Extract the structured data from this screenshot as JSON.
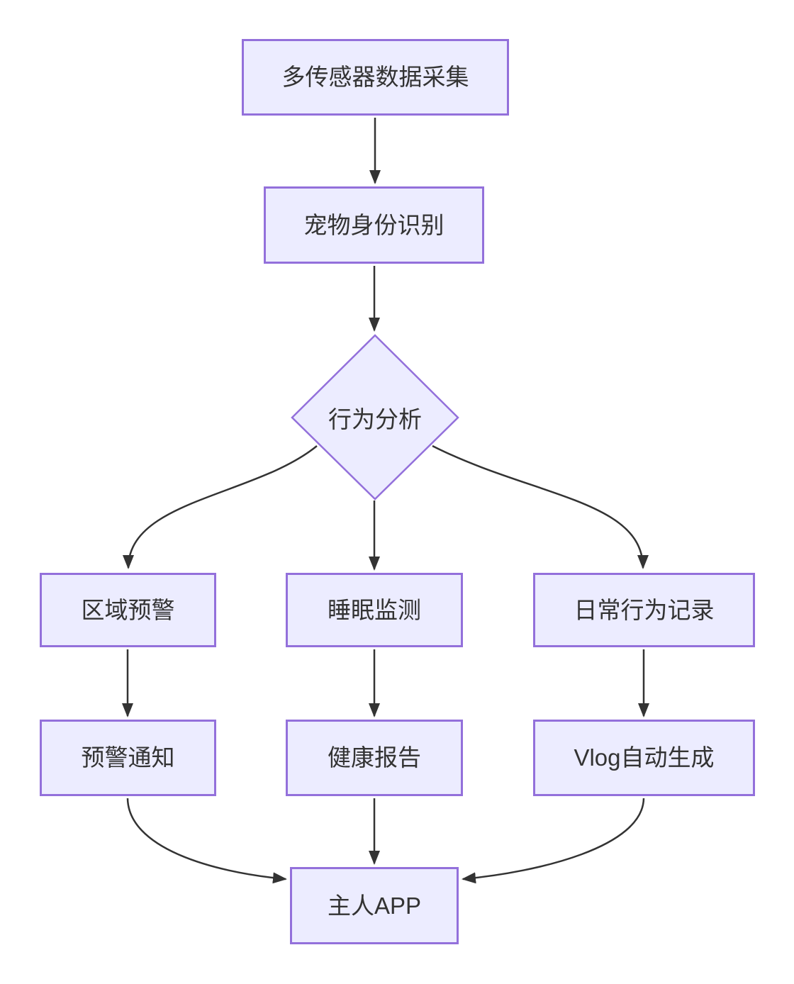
{
  "diagram": {
    "type": "flowchart",
    "direction": "top-down",
    "style": {
      "background": "#ffffff",
      "node_fill": "#ECECFF",
      "node_border": "#9370DB",
      "edge_color": "#333333",
      "text_color": "#333333"
    },
    "nodes": {
      "multi_sensor": {
        "label": "多传感器数据采集",
        "shape": "rect"
      },
      "pet_identify": {
        "label": "宠物身份识别",
        "shape": "rect"
      },
      "behavior_analysis": {
        "label": "行为分析",
        "shape": "diamond"
      },
      "area_warning": {
        "label": "区域预警",
        "shape": "rect"
      },
      "sleep_monitor": {
        "label": "睡眠监测",
        "shape": "rect"
      },
      "daily_record": {
        "label": "日常行为记录",
        "shape": "rect"
      },
      "warning_notice": {
        "label": "预警通知",
        "shape": "rect"
      },
      "health_report": {
        "label": "健康报告",
        "shape": "rect"
      },
      "vlog_generate": {
        "label": "Vlog自动生成",
        "shape": "rect"
      },
      "owner_app": {
        "label": "主人APP",
        "shape": "rect"
      }
    },
    "edges": [
      {
        "from": "multi_sensor",
        "to": "pet_identify"
      },
      {
        "from": "pet_identify",
        "to": "behavior_analysis"
      },
      {
        "from": "behavior_analysis",
        "to": "area_warning"
      },
      {
        "from": "behavior_analysis",
        "to": "sleep_monitor"
      },
      {
        "from": "behavior_analysis",
        "to": "daily_record"
      },
      {
        "from": "area_warning",
        "to": "warning_notice"
      },
      {
        "from": "sleep_monitor",
        "to": "health_report"
      },
      {
        "from": "daily_record",
        "to": "vlog_generate"
      },
      {
        "from": "warning_notice",
        "to": "owner_app"
      },
      {
        "from": "health_report",
        "to": "owner_app"
      },
      {
        "from": "vlog_generate",
        "to": "owner_app"
      }
    ]
  }
}
